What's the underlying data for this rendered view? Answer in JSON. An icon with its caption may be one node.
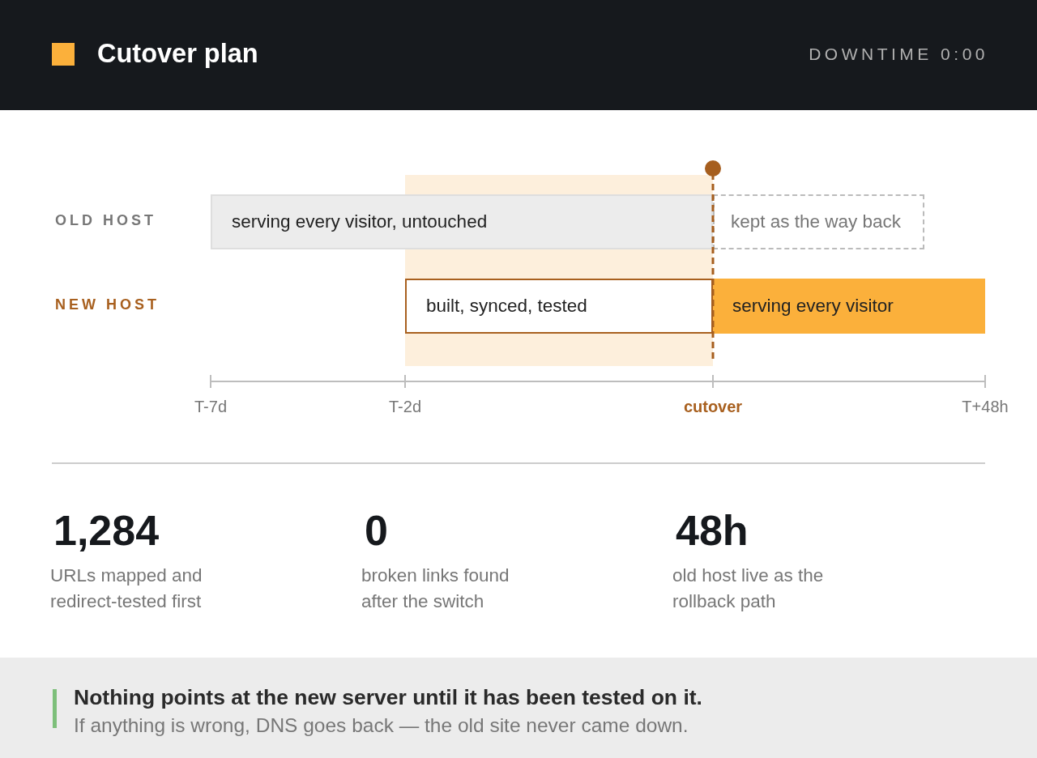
{
  "diagram": {
    "title": "Cutover plan",
    "nodes": [
      {
        "text": [
          "serving every visitor, untouched"
        ]
      },
      {
        "text": [
          "kept as the way back"
        ]
      },
      {
        "text": [
          "built, synced, tested"
        ]
      },
      {
        "text": [
          "serving every visitor"
        ]
      }
    ],
    "edges": [],
    "labels": [
      "DOWNTIME 0:00",
      "OLD HOST",
      "NEW HOST",
      "T-7d",
      "T-2d",
      "cutover",
      "T+48h",
      "1,284",
      "URLs mapped and redirect-tested first",
      "0",
      "broken links found after the switch",
      "48h",
      "old host live as the rollback path",
      "Nothing points at the new server until it has been tested on it.",
      "If anything is wrong, DNS goes back — the old site never came down."
    ]
  }
}
